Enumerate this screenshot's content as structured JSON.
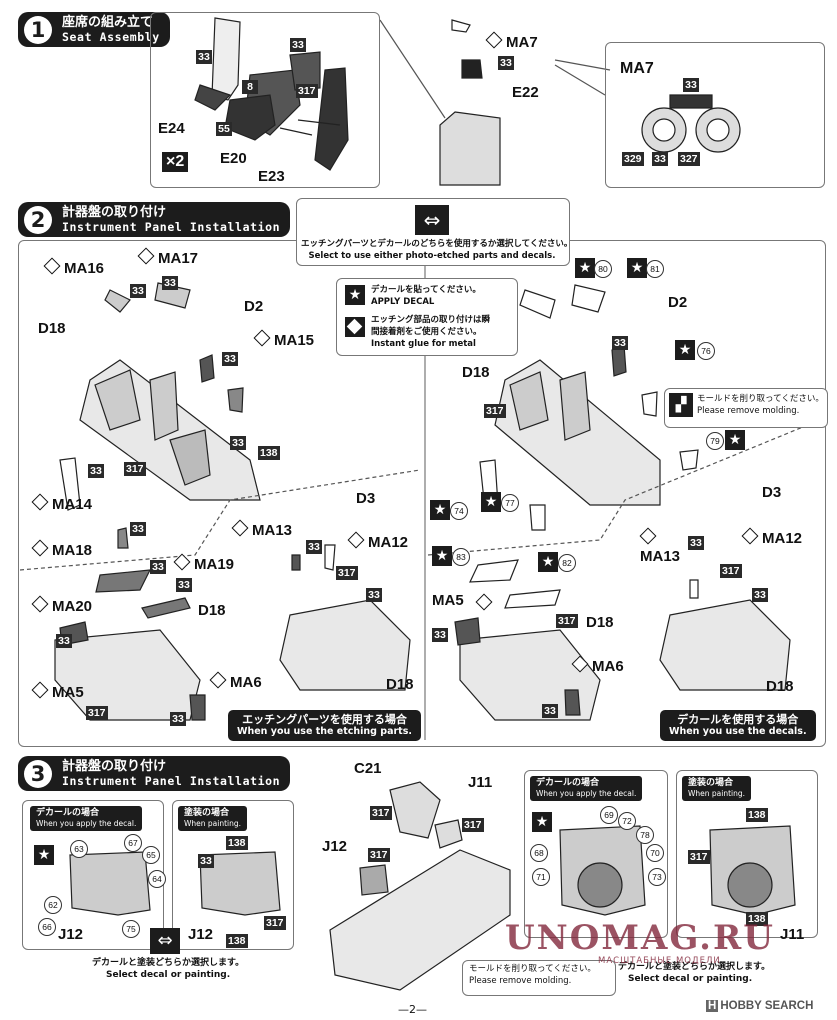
{
  "step1": {
    "number": "1",
    "title_jp": "座席の組み立て",
    "title_en": "Seat Assembly",
    "qty": "×2"
  },
  "step2": {
    "number": "2",
    "title_jp": "計器盤の取り付け",
    "title_en": "Instrument Panel Installation"
  },
  "step3": {
    "number": "3",
    "title_jp": "計器盤の取り付け",
    "title_en": "Instrument Panel Installation"
  },
  "select_note": {
    "jp": "エッチングパーツとデカールのどちらを使用するか選択してください。",
    "en": "Select to use either photo-etched parts and decals."
  },
  "legend": {
    "decal_jp": "デカールを貼ってください。",
    "decal_en": "APPLY DECAL",
    "glue_jp1": "エッチング部品の取り付けは瞬",
    "glue_jp2": "間接着剤をご使用ください。",
    "glue_en": "Instant glue for metal"
  },
  "mold_note": {
    "jp": "モールドを削り取ってください。",
    "en": "Please remove molding."
  },
  "etch_caption": {
    "jp": "エッチングパーツを使用する場合",
    "en": "When you use the etching parts."
  },
  "decal_caption": {
    "jp": "デカールを使用する場合",
    "en": "When you use the decals."
  },
  "decal_case": {
    "jp": "デカールの場合",
    "en": "When you apply the decal."
  },
  "paint_case": {
    "jp": "塗装の場合",
    "en": "When painting."
  },
  "decal_or_paint": {
    "jp": "デカールと塗装どちらか選択します。",
    "en": "Select decal or painting."
  },
  "parts": {
    "E24": "E24",
    "E20": "E20",
    "E23": "E23",
    "E22": "E22",
    "D2": "D2",
    "D3": "D3",
    "D18": "D18",
    "C21": "C21",
    "J11": "J11",
    "J12": "J12",
    "MA5": "MA5",
    "MA6": "MA6",
    "MA7": "MA7",
    "MA12": "MA12",
    "MA13": "MA13",
    "MA14": "MA14",
    "MA15": "MA15",
    "MA16": "MA16",
    "MA17": "MA17",
    "MA18": "MA18",
    "MA19": "MA19",
    "MA20": "MA20"
  },
  "colors": {
    "c33": "33",
    "c8": "8",
    "c55": "55",
    "c317": "317",
    "c327": "327",
    "c329": "329",
    "c138": "138"
  },
  "decals": {
    "d62": "62",
    "d63": "63",
    "d64": "64",
    "d65": "65",
    "d66": "66",
    "d67": "67",
    "d68": "68",
    "d69": "69",
    "d70": "70",
    "d71": "71",
    "d72": "72",
    "d73": "73",
    "d74": "74",
    "d75": "75",
    "d76": "76",
    "d77": "77",
    "d78": "78",
    "d79": "79",
    "d80": "80",
    "d81": "81",
    "d82": "82",
    "d83": "83"
  },
  "page_number": "—2—",
  "watermark": {
    "site": "UNOMAG.RU",
    "sub": "МАСШТАБНЫЕ МОДЕЛИ",
    "logo": "HOBBY SEARCH"
  }
}
